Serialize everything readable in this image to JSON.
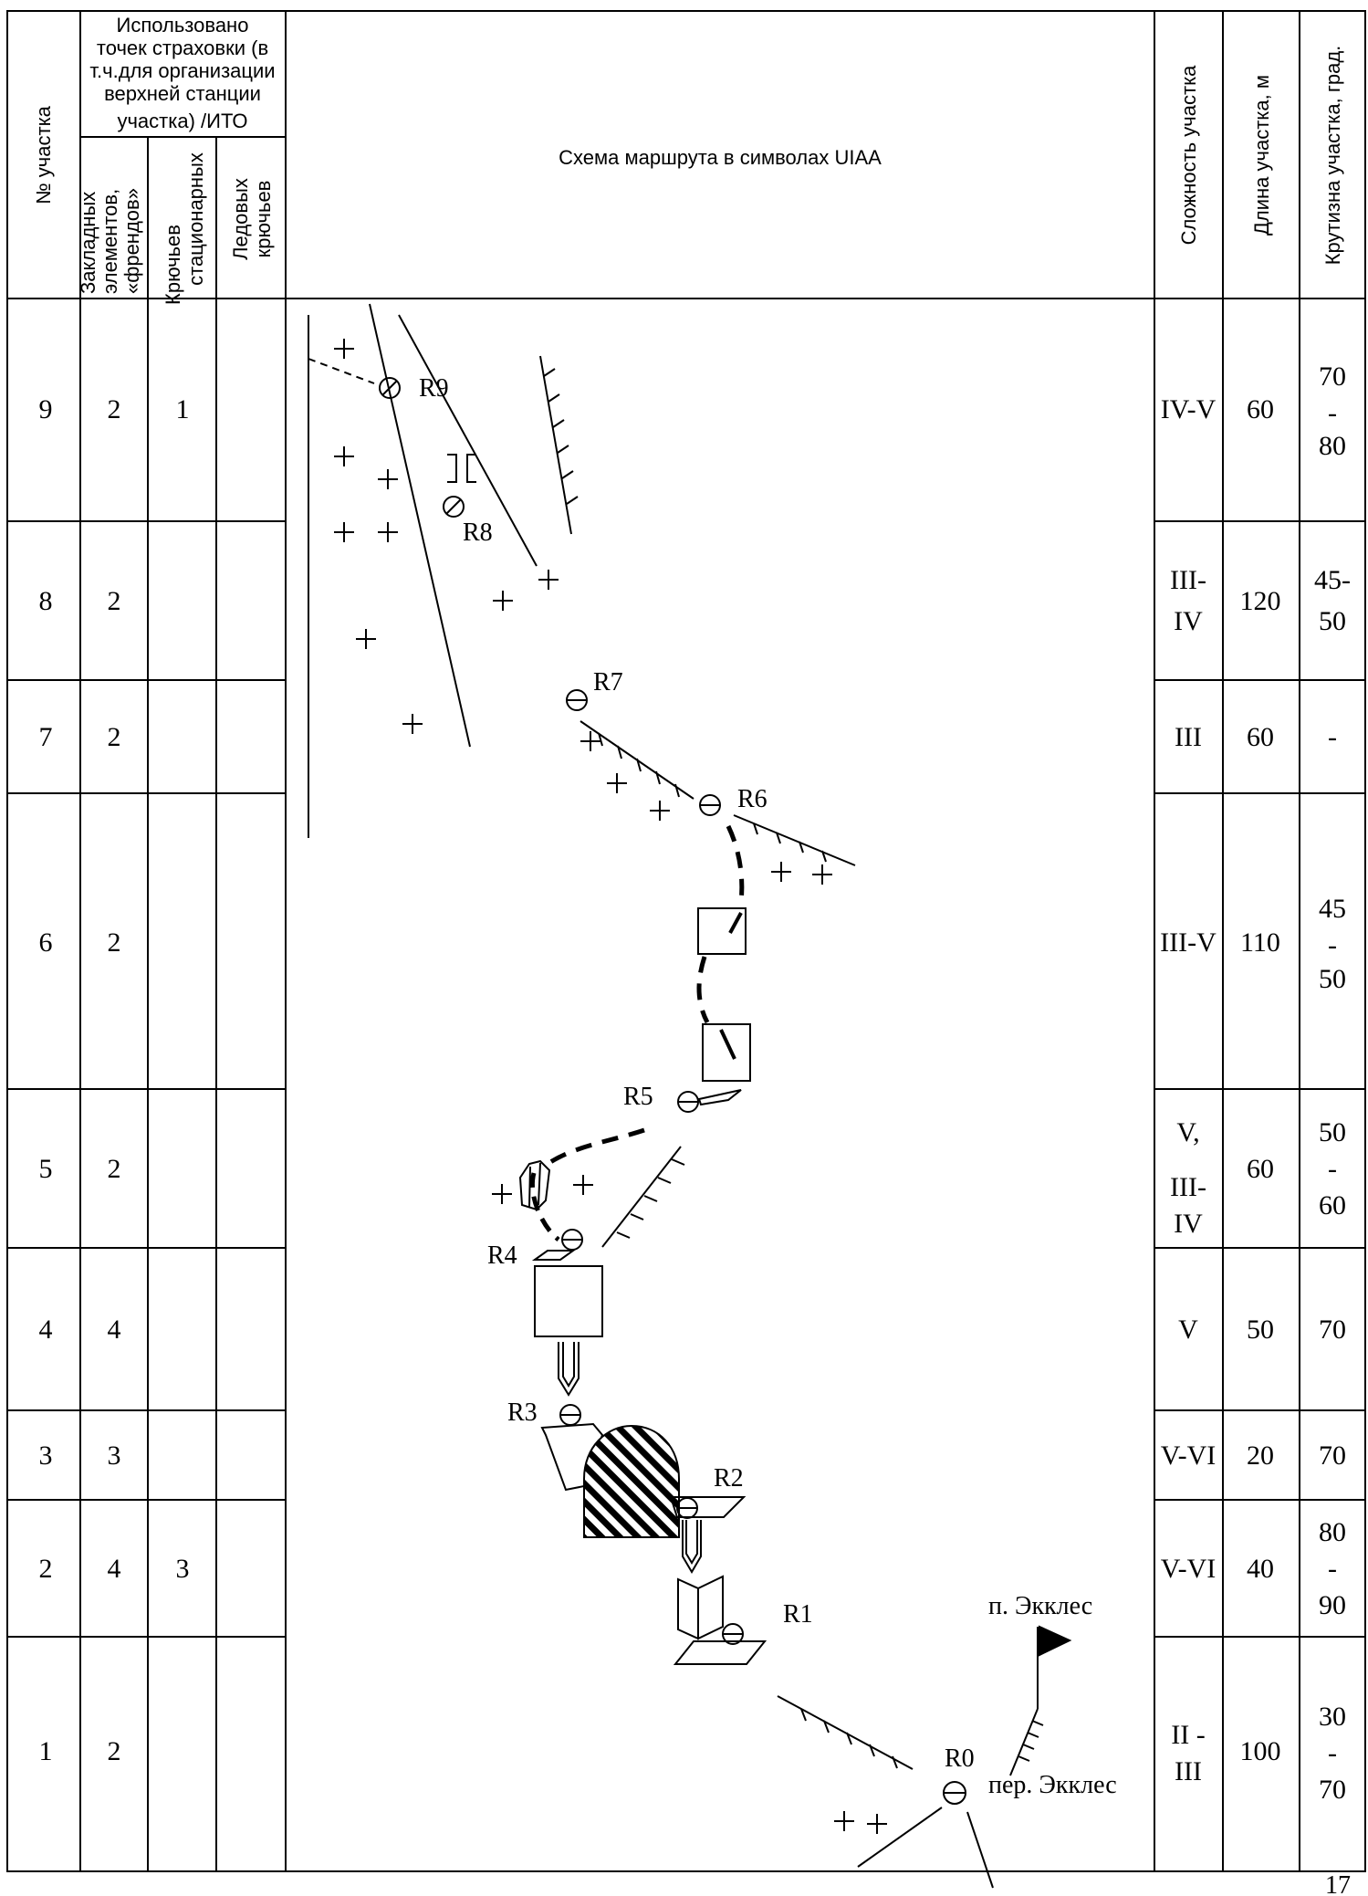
{
  "headers": {
    "section_no": "№ участка",
    "protection_used_1": "Использовано",
    "protection_used_2": "точек страховки (в",
    "protection_used_3": "т.ч.для организации",
    "protection_used_4": "верхней станции",
    "protection_used_5": "участка) /ИТО",
    "chocks_1": "Закладных",
    "chocks_2": "элементов,",
    "chocks_3": "«френдов»",
    "fixed_pitons_1": "Крючьев",
    "fixed_pitons_2": "стационарных",
    "ice_pitons_1": "Ледовых",
    "ice_pitons_2": "крючьев",
    "scheme": "Схема маршрута в символах UIAA",
    "difficulty": "Сложность участка",
    "length": "Длина участка, м",
    "steepness": "Крутизна участка, град."
  },
  "rows": [
    {
      "no": "9",
      "chocks": "2",
      "pitons": "1",
      "ice": "",
      "difficulty": [
        "IV-V"
      ],
      "length": "60",
      "steepness": [
        "70",
        "-",
        "80"
      ]
    },
    {
      "no": "8",
      "chocks": "2",
      "pitons": "",
      "ice": "",
      "difficulty": [
        "III-",
        "IV"
      ],
      "length": "120",
      "steepness": [
        "45-",
        "50"
      ]
    },
    {
      "no": "7",
      "chocks": "2",
      "pitons": "",
      "ice": "",
      "difficulty": [
        "III"
      ],
      "length": "60",
      "steepness": [
        "-"
      ]
    },
    {
      "no": "6",
      "chocks": "2",
      "pitons": "",
      "ice": "",
      "difficulty": [
        "III-V"
      ],
      "length": "110",
      "steepness": [
        "45",
        "-",
        "50"
      ]
    },
    {
      "no": "5",
      "chocks": "2",
      "pitons": "",
      "ice": "",
      "difficulty": [
        "V,",
        "III-",
        "IV"
      ],
      "length": "60",
      "steepness": [
        "50",
        "-",
        "60"
      ]
    },
    {
      "no": "4",
      "chocks": "4",
      "pitons": "",
      "ice": "",
      "difficulty": [
        "V"
      ],
      "length": "50",
      "steepness": [
        "70"
      ]
    },
    {
      "no": "3",
      "chocks": "3",
      "pitons": "",
      "ice": "",
      "difficulty": [
        "V-VI"
      ],
      "length": "20",
      "steepness": [
        "70"
      ]
    },
    {
      "no": "2",
      "chocks": "4",
      "pitons": "3",
      "ice": "",
      "difficulty": [
        "V-VI"
      ],
      "length": "40",
      "steepness": [
        "80",
        "-",
        "90"
      ]
    },
    {
      "no": "1",
      "chocks": "2",
      "pitons": "",
      "ice": "",
      "difficulty": [
        "II -",
        "III"
      ],
      "length": "100",
      "steepness": [
        "30",
        "-",
        "70"
      ]
    }
  ],
  "stations": {
    "r0": "R0",
    "r1": "R1",
    "r2": "R2",
    "r3": "R3",
    "r4": "R4",
    "r5": "R5",
    "r6": "R6",
    "r7": "R7",
    "r8": "R8",
    "r9": "R9"
  },
  "summit": "п. Экклес",
  "pass": "пер. Экклес",
  "page_number": "17"
}
